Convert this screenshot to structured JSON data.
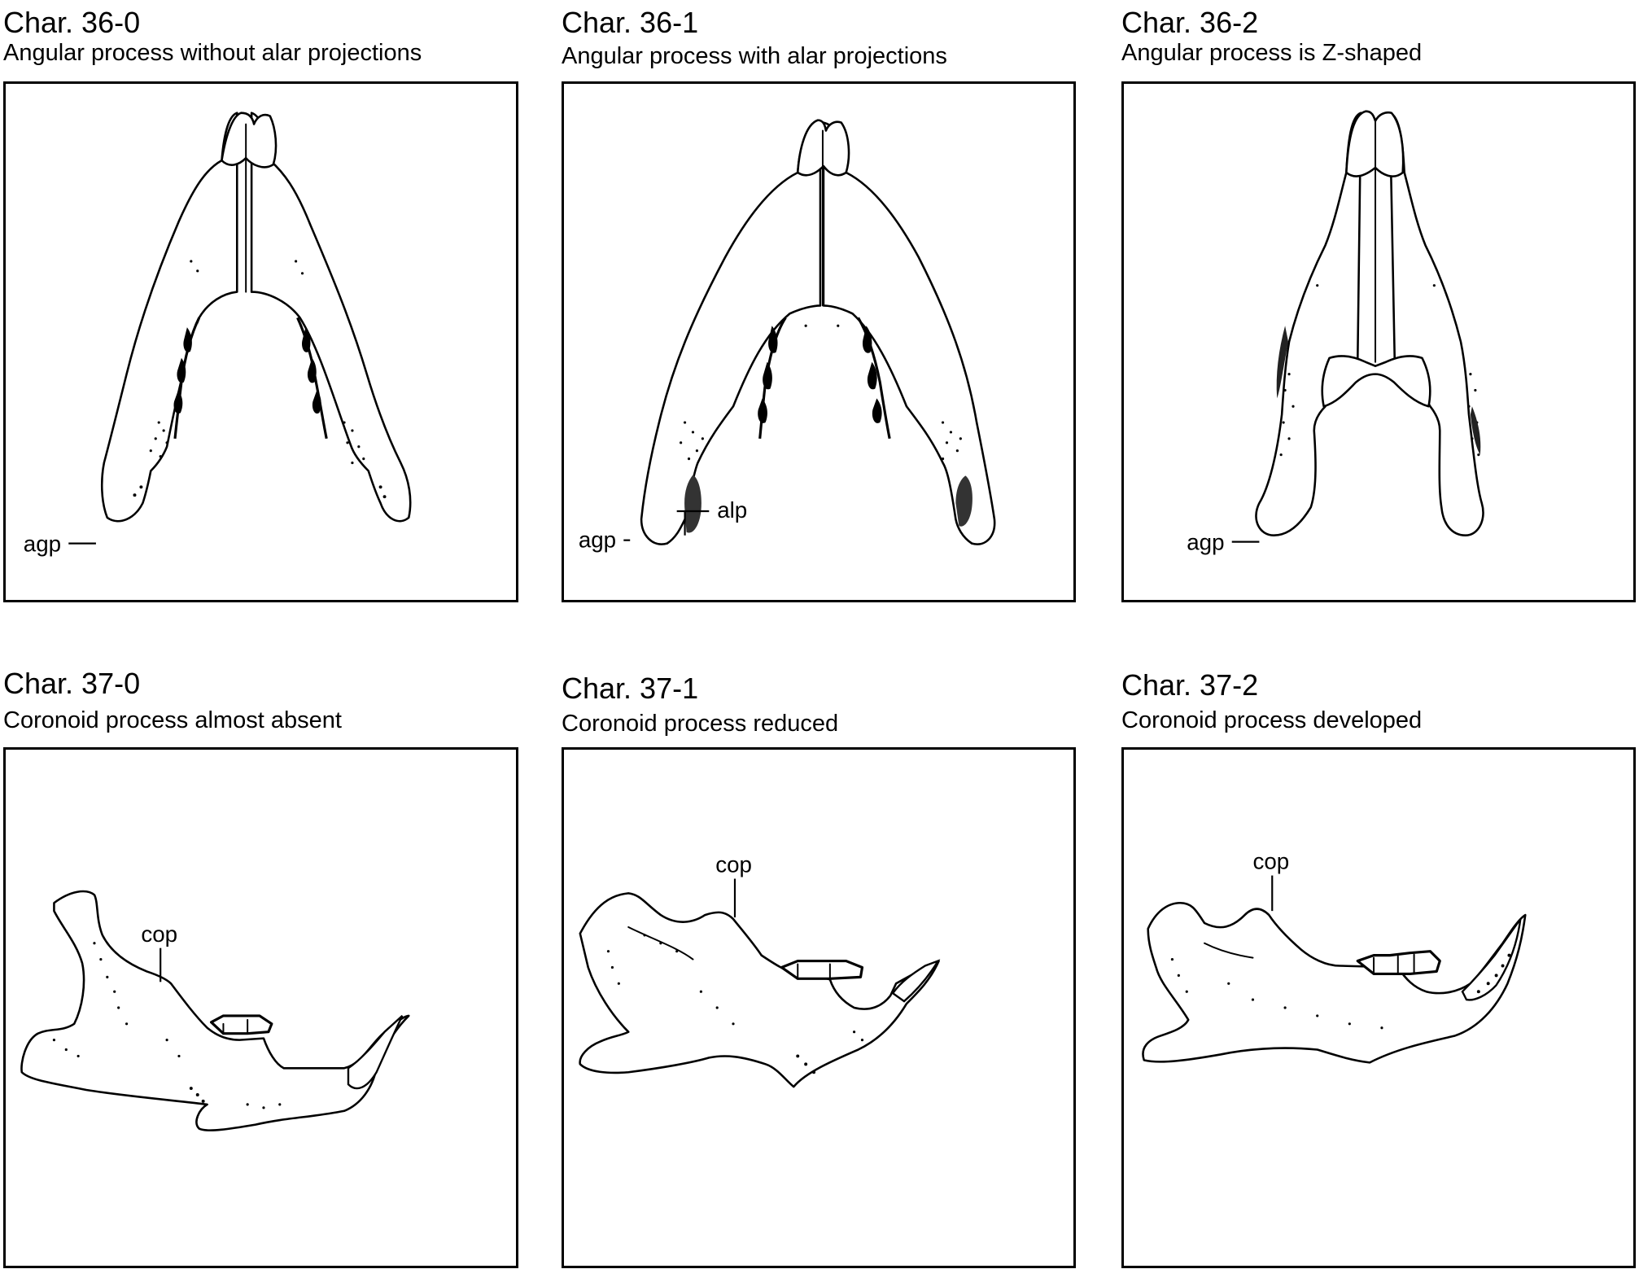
{
  "panels": [
    {
      "title": "Char. 36-0",
      "subtitle": "Angular process without alar projections",
      "labels": {
        "agp": "agp"
      }
    },
    {
      "title": "Char. 36-1",
      "subtitle": "Angular process with alar projections",
      "labels": {
        "agp": "agp",
        "alp": "alp"
      }
    },
    {
      "title": "Char. 36-2",
      "subtitle": "Angular process is Z-shaped",
      "labels": {
        "agp": "agp"
      }
    },
    {
      "title": "Char. 37-0",
      "subtitle": "Coronoid process almost absent",
      "labels": {
        "cop": "cop"
      }
    },
    {
      "title": "Char. 37-1",
      "subtitle": "Coronoid process reduced",
      "labels": {
        "cop": "cop"
      }
    },
    {
      "title": "Char. 37-2",
      "subtitle": "Coronoid process developed",
      "labels": {
        "cop": "cop"
      }
    }
  ]
}
